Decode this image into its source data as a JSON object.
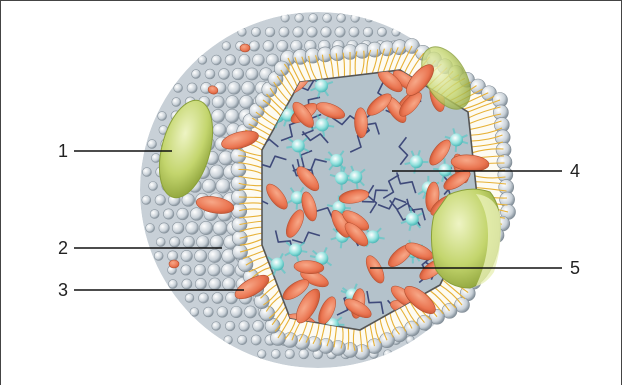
{
  "labels": {
    "one": "1",
    "two": "2",
    "three": "3",
    "four": "4",
    "five": "5"
  },
  "colors": {
    "phospholipid_head": "#d5dbe0",
    "phospholipid_head_shadow": "#9aa5ae",
    "tail": "#e8b43a",
    "protein": "#bfd267",
    "cholesterol": "#ee7c55",
    "core_fill": "#b5c2cc",
    "triglyceride": "#3f4a7a",
    "cholesteryl_dot": "#7ed6d4"
  }
}
